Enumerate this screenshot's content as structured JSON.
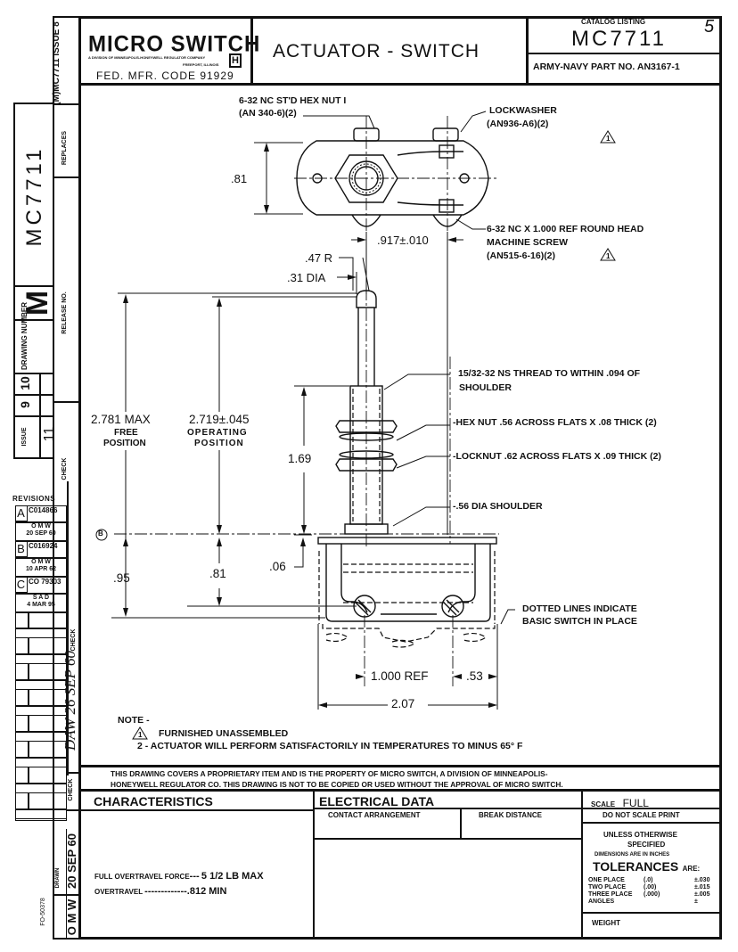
{
  "title_block": {
    "company": "MICRO SWITCH",
    "company_sub": "A DIVISION OF MINNEAPOLIS-HONEYWELL REGULATOR COMPANY",
    "company_city": "FREEPORT, ILLINOIS",
    "logo_letter": "H",
    "fed_mfr_code": "FED. MFR. CODE 91929",
    "drawing_title": "ACTUATOR - SWITCH",
    "catalog_label": "CATALOG LISTING",
    "catalog_number": "MC7711",
    "sheet_mark": "5",
    "army_navy": "ARMY-NAVY PART NO. AN3167-1"
  },
  "left_strip": {
    "replaces_value": "(M)MC7711 ISSUE 8",
    "replaces_label": "REPLACES",
    "drawing_number_value": "MC7711",
    "drawing_number_prefix": "M",
    "drawing_number_label": "DRAWING NUMBER",
    "release_label": "RELEASE NO.",
    "issue_label": "ISSUE",
    "issue_value": "11",
    "issue_marks": [
      "9",
      "10"
    ],
    "check_label": "CHECK",
    "revisions_label": "REVISIONS",
    "revisions": [
      {
        "letter": "A",
        "change": "C014866",
        "by": "O M W",
        "date": "20 SEP 60"
      },
      {
        "letter": "B",
        "change": "C016924",
        "by": "O M W",
        "date": "10 APR 62"
      },
      {
        "letter": "C",
        "change": "CO 79303",
        "by": "S A D",
        "date": "4 MAR 95"
      }
    ],
    "check_signature": "DAW 26 SEP 60",
    "check_label_2": "CHECK",
    "drawn_label": "DRAWN",
    "drawn_by": "O M W",
    "drawn_date": "20 SEP 60",
    "form_number": "FO-50378"
  },
  "callouts": {
    "hex_nut": "6-32 NC ST'D HEX NUT I",
    "hex_nut_part": "(AN 340-6)(2)",
    "lockwasher": "LOCKWASHER",
    "lockwasher_part": "(AN936-A6)(2)",
    "screw": "6-32 NC X 1.000 REF ROUND HEAD",
    "screw_2": "MACHINE SCREW",
    "screw_part": "(AN515-6-16)(2)",
    "thread": "15/32-32 NS THREAD TO WITHIN .094 OF",
    "thread_2": "SHOULDER",
    "hex_nut_2": "-HEX NUT .56 ACROSS FLATS X .08 THICK (2)",
    "locknut": "-LOCKNUT  .62 ACROSS FLATS X .09 THICK (2)",
    "shoulder": "-.56 DIA SHOULDER",
    "dotted": "DOTTED LINES INDICATE",
    "dotted_2": "BASIC SWITCH IN PLACE",
    "note_flag": "1"
  },
  "dimensions": {
    "height_top": ".81",
    "spacing": ".917±.010",
    "radius": ".47 R",
    "dia": ".31 DIA",
    "free_value": "2.781 MAX",
    "free_label_1": "FREE",
    "free_label_2": "POSITION",
    "op_value": "2.719±.045",
    "op_label_1": "OPERATING",
    "op_label_2": "POSITION",
    "thread_len": "1.69",
    "datum": "B",
    "base_95": ".95",
    "base_81": ".81",
    "gap": ".06",
    "ref": "1.000 REF",
    "edge": ".53",
    "width": "2.07"
  },
  "notes": {
    "heading": "NOTE -",
    "note1": "FURNISHED UNASSEMBLED",
    "note2": "2 - ACTUATOR WILL PERFORM SATISFACTORILY IN TEMPERATURES TO MINUS 65° F"
  },
  "proprietary": {
    "line1": "THIS DRAWING COVERS A PROPRIETARY ITEM AND IS THE PROPERTY OF MICRO SWITCH, A DIVISION OF MINNEAPOLIS-",
    "line2": "HONEYWELL REGULATOR CO. THIS DRAWING IS NOT TO BE COPIED OR USED WITHOUT THE APPROVAL OF MICRO SWITCH."
  },
  "characteristics": {
    "heading": "CHARACTERISTICS",
    "rows": [
      {
        "label": "FULL OVERTRAVEL FORCE",
        "leader": "---",
        "value": "5 1/2 LB MAX"
      },
      {
        "label": "OVERTRAVEL",
        "leader": "-------------",
        "value": ".812 MIN"
      }
    ]
  },
  "electrical": {
    "heading": "ELECTRICAL DATA",
    "col1": "CONTACT ARRANGEMENT",
    "col2": "BREAK DISTANCE"
  },
  "scale_block": {
    "scale_label": "SCALE",
    "scale_value": "FULL",
    "do_not_scale": "DO NOT SCALE PRINT",
    "unless_1": "UNLESS OTHERWISE",
    "unless_2": "SPECIFIED",
    "dims_in": "DIMENSIONS ARE IN INCHES",
    "tol_big": "TOLERANCES",
    "tol_are": "ARE:",
    "tolerances": [
      {
        "label": "ONE PLACE",
        "fmt": "(.0)",
        "tol": "±.030"
      },
      {
        "label": "TWO PLACE",
        "fmt": "(.00)",
        "tol": "±.015"
      },
      {
        "label": "THREE PLACE",
        "fmt": "(.000)",
        "tol": "±.005"
      },
      {
        "label": "ANGLES",
        "fmt": "",
        "tol": "±"
      }
    ],
    "weight_label": "WEIGHT"
  }
}
